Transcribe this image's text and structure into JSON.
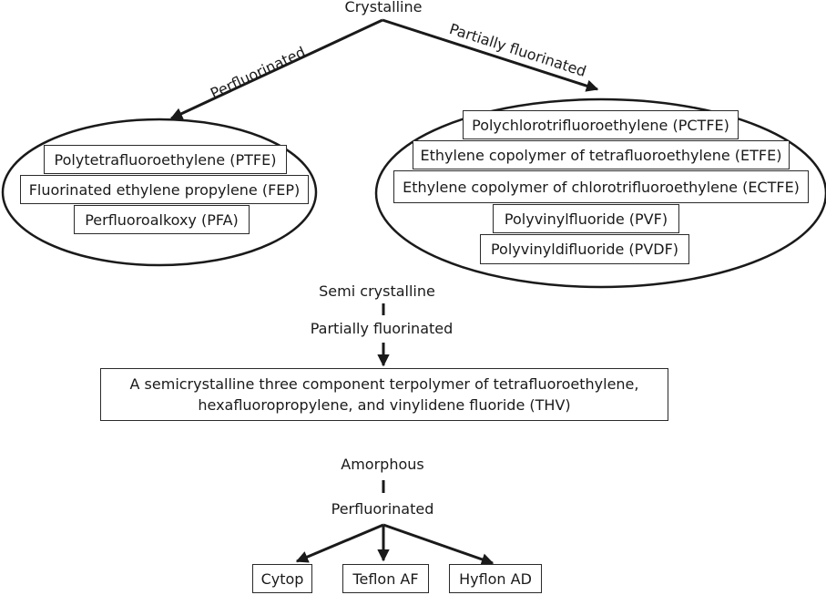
{
  "crystalline": {
    "title": "Crystalline",
    "perfluorinated": {
      "label": "Perfluorinated",
      "items": [
        "Polytetrafluoroethylene (PTFE)",
        "Fluorinated ethylene propylene (FEP)",
        "Perfluoroalkoxy (PFA)"
      ]
    },
    "partially_fluorinated": {
      "label": "Partially fluorinated",
      "items": [
        "Polychlorotrifluoroethylene (PCTFE)",
        "Ethylene copolymer of tetrafluoroethylene (ETFE)",
        "Ethylene copolymer of chlorotrifluoroethylene (ECTFE)",
        "Polyvinylfluoride (PVF)",
        "Polyvinyldifluoride (PVDF)"
      ]
    }
  },
  "semi_crystalline": {
    "title": "Semi crystalline",
    "sub": "Partially fluorinated",
    "item_line1": "A semicrystalline three component terpolymer of tetrafluoroethylene,",
    "item_line2": "hexafluoropropylene, and vinylidene fluoride (THV)"
  },
  "amorphous": {
    "title": "Amorphous",
    "sub": "Perfluorinated",
    "items": [
      "Cytop",
      "Teflon AF",
      "Hyflon AD"
    ]
  }
}
